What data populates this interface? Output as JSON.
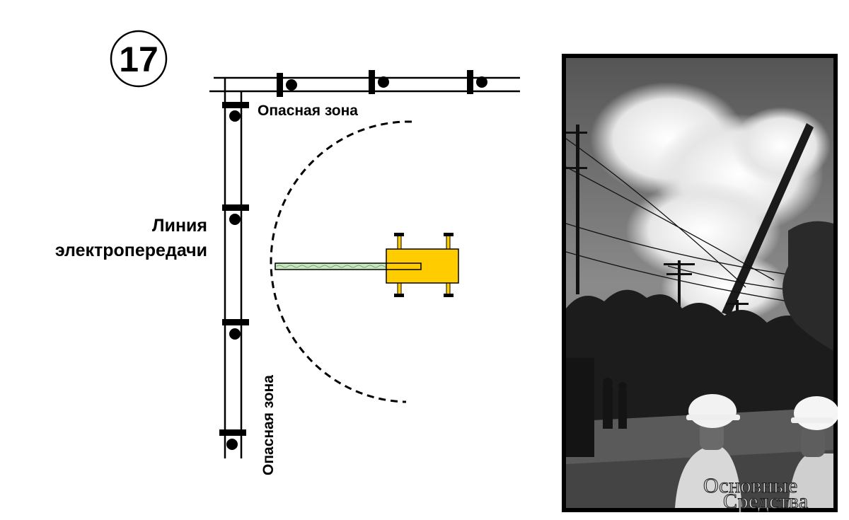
{
  "diagram": {
    "number": "17",
    "danger_zone_label_top": "Опасная зона",
    "danger_zone_label_vertical": "Опасная зона",
    "power_line_label": {
      "line1": "Линия",
      "line2": "электропередачи"
    },
    "colors": {
      "wire": "#000000",
      "crane_body": "#ffcc00",
      "crane_boom": "#c8e6c0",
      "zone_arc": "#000000"
    }
  },
  "photo": {
    "tone": "black-and-white",
    "watermark": {
      "line1": "Основные",
      "line2": "Средства"
    }
  }
}
